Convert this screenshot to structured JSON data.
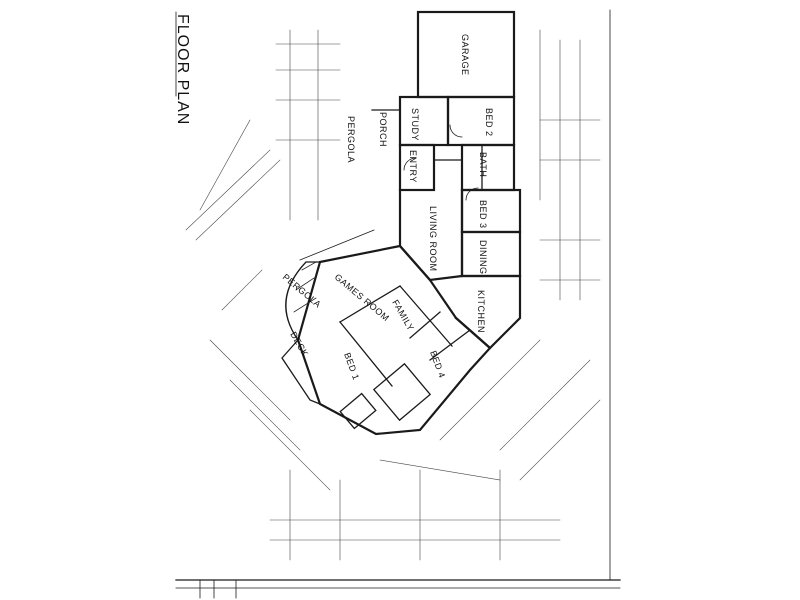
{
  "title": "FLOOR PLAN",
  "rooms": {
    "garage": "GARAGE",
    "bed2": "BED 2",
    "study": "STUDY",
    "porch": "PORCH",
    "pergola_top": "PERGOLA",
    "entry": "ENTRY",
    "bath": "BATH",
    "bed3": "BED 3",
    "living": "LIVING ROOM",
    "dining": "DINING",
    "kitchen": "KITCHEN",
    "pergola_left": "PERGOLA",
    "games": "GAMES ROOM",
    "family": "FAMILY",
    "deck": "DECK",
    "bed1": "BED 1",
    "bed4": "BED 4"
  }
}
